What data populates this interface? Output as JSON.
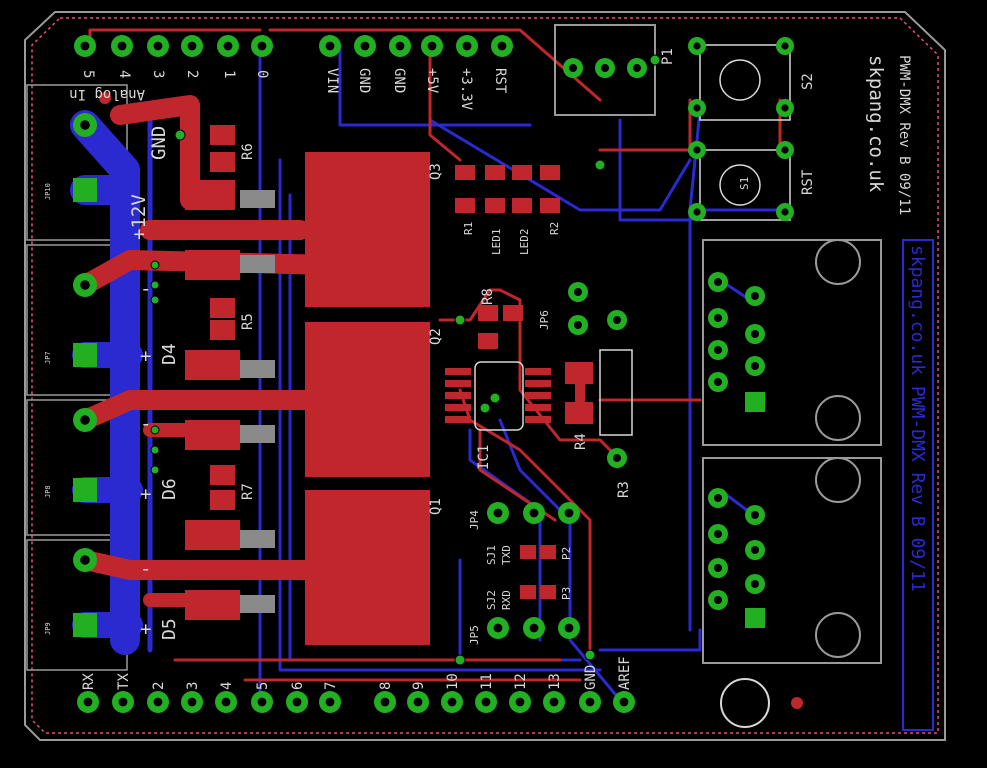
{
  "board": {
    "website": "skpang.co.uk",
    "revision": "PWM-DMX Rev B 09/11",
    "mirror_text": "skpang.co.uk PWM-DMX Rev B 09/11"
  },
  "headers": {
    "analog_labels": [
      "5",
      "4",
      "3",
      "2",
      "1",
      "0"
    ],
    "analog_title": "Analog In",
    "power_labels": [
      "VIN",
      "GND",
      "GND",
      "+5V",
      "+3.3V",
      "RST"
    ],
    "digital_labels": [
      "RX",
      "TX",
      "2",
      "3",
      "4",
      "5",
      "6",
      "7",
      "8",
      "9",
      "10",
      "11",
      "12",
      "13",
      "GND",
      "AREF"
    ]
  },
  "parts": {
    "r6": "R6",
    "r5": "R5",
    "r7": "R7",
    "r8": "R8",
    "r4": "R4",
    "r1": "R1",
    "r2": "R2",
    "r3": "R3",
    "led1": "LED1",
    "led2": "LED2",
    "q1": "Q1",
    "q2": "Q2",
    "q3": "Q3",
    "d4": "D4",
    "d5": "D5",
    "d6": "D6",
    "ic1": "IC1",
    "jp4": "JP4",
    "jp5": "JP5",
    "jp6": "JP6",
    "jp7": "JP7",
    "jp8": "JP8",
    "jp9": "JP9",
    "jp10": "JP10",
    "sj1": "SJ1",
    "sj2": "SJ2",
    "txd": "TXD",
    "rxd": "RXD",
    "p1": "P1",
    "p2": "P2",
    "p3": "P3",
    "s1": "S1",
    "s2": "S2",
    "rst": "RST",
    "v12": "+12V",
    "gnd": "GND",
    "plus": "+",
    "minus": "-"
  },
  "colors": {
    "background": "#000000",
    "top_copper": "#c0272d",
    "bottom_copper": "#2a2ad0",
    "pad": "#22b022",
    "silkscreen": "#d8d8d8",
    "outline": "#9a9a9a",
    "tstop": "#e0507a"
  }
}
